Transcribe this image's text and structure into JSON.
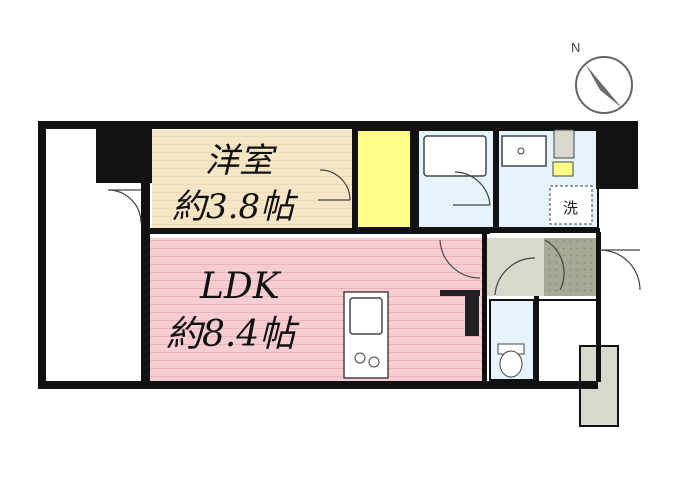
{
  "compass": {
    "north_label": "N"
  },
  "rooms": {
    "western_room": {
      "name": "洋室",
      "size": "約3.8帖",
      "color": "#f6e6c8"
    },
    "ldk": {
      "name": "LDK",
      "size": "約8.4帖",
      "color": "#f6cdd3"
    },
    "washer": {
      "label": "洗"
    }
  },
  "colors": {
    "wall": "#111111",
    "closet": "#ffff88",
    "bath": "#e6f3fb",
    "entrance": "#d8d8cc",
    "balcony": "#ffffff"
  }
}
